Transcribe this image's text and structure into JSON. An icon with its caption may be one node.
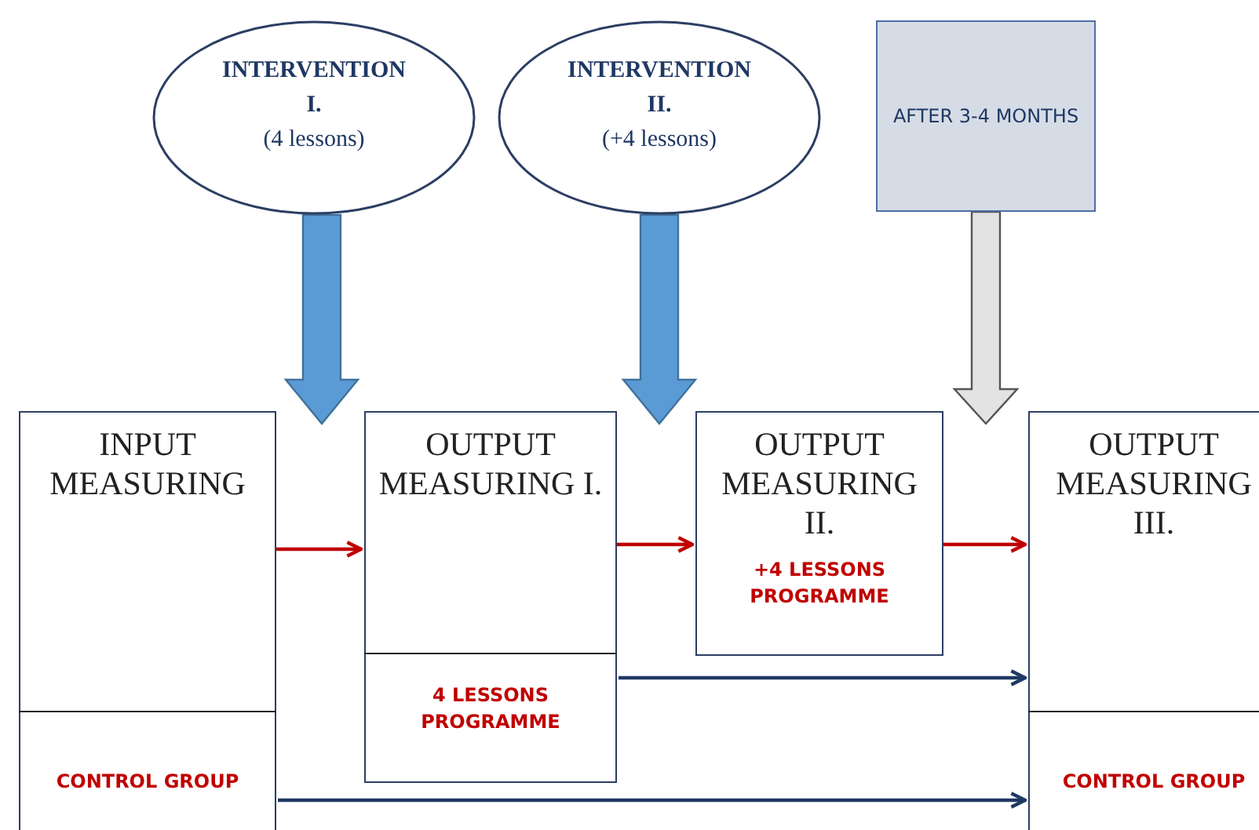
{
  "diagram": {
    "nodes": [
      {
        "text": [
          "INTERVENTION I.",
          "(4 lessons)"
        ]
      },
      {
        "text": [
          "INTERVENTION II.",
          "(+4 lessons)"
        ]
      },
      {
        "text": [
          "AFTER 3-4 MONTHS"
        ]
      },
      {
        "text": [
          "INPUT MEASURING"
        ]
      },
      {
        "text": [
          "CONTROL GROUP"
        ],
        "in": 3
      },
      {
        "text": [
          "OUTPUT MEASURING I."
        ]
      },
      {
        "text": [
          "4 LESSONS PROGRAMME"
        ],
        "in": 5
      },
      {
        "text": [
          "OUTPUT MEASURING II.",
          "+4 LESSONS PROGRAMME"
        ]
      },
      {
        "text": [
          "OUTPUT MEASURING III."
        ]
      },
      {
        "text": [
          "CONTROL GROUP"
        ],
        "in": 8
      }
    ],
    "edges": [
      {
        "from": 0,
        "to": null,
        "arrow": "to",
        "style": "thick",
        "color": "#5b9bd5"
      },
      {
        "from": 1,
        "to": null,
        "arrow": "to",
        "style": "thick",
        "color": "#5b9bd5"
      },
      {
        "from": 2,
        "to": null,
        "arrow": "to",
        "style": "thick",
        "color": "#e3e3e3"
      },
      {
        "from": 3,
        "to": 5,
        "arrow": "to",
        "color": "#c00000"
      },
      {
        "from": 5,
        "to": 7,
        "arrow": "to",
        "color": "#c00000"
      },
      {
        "from": 7,
        "to": 8,
        "arrow": "to",
        "color": "#c00000"
      },
      {
        "from": 6,
        "to": 8,
        "arrow": "to",
        "color": "#1f3864"
      },
      {
        "from": 4,
        "to": 9,
        "arrow": "to",
        "color": "#1f3864"
      }
    ]
  }
}
